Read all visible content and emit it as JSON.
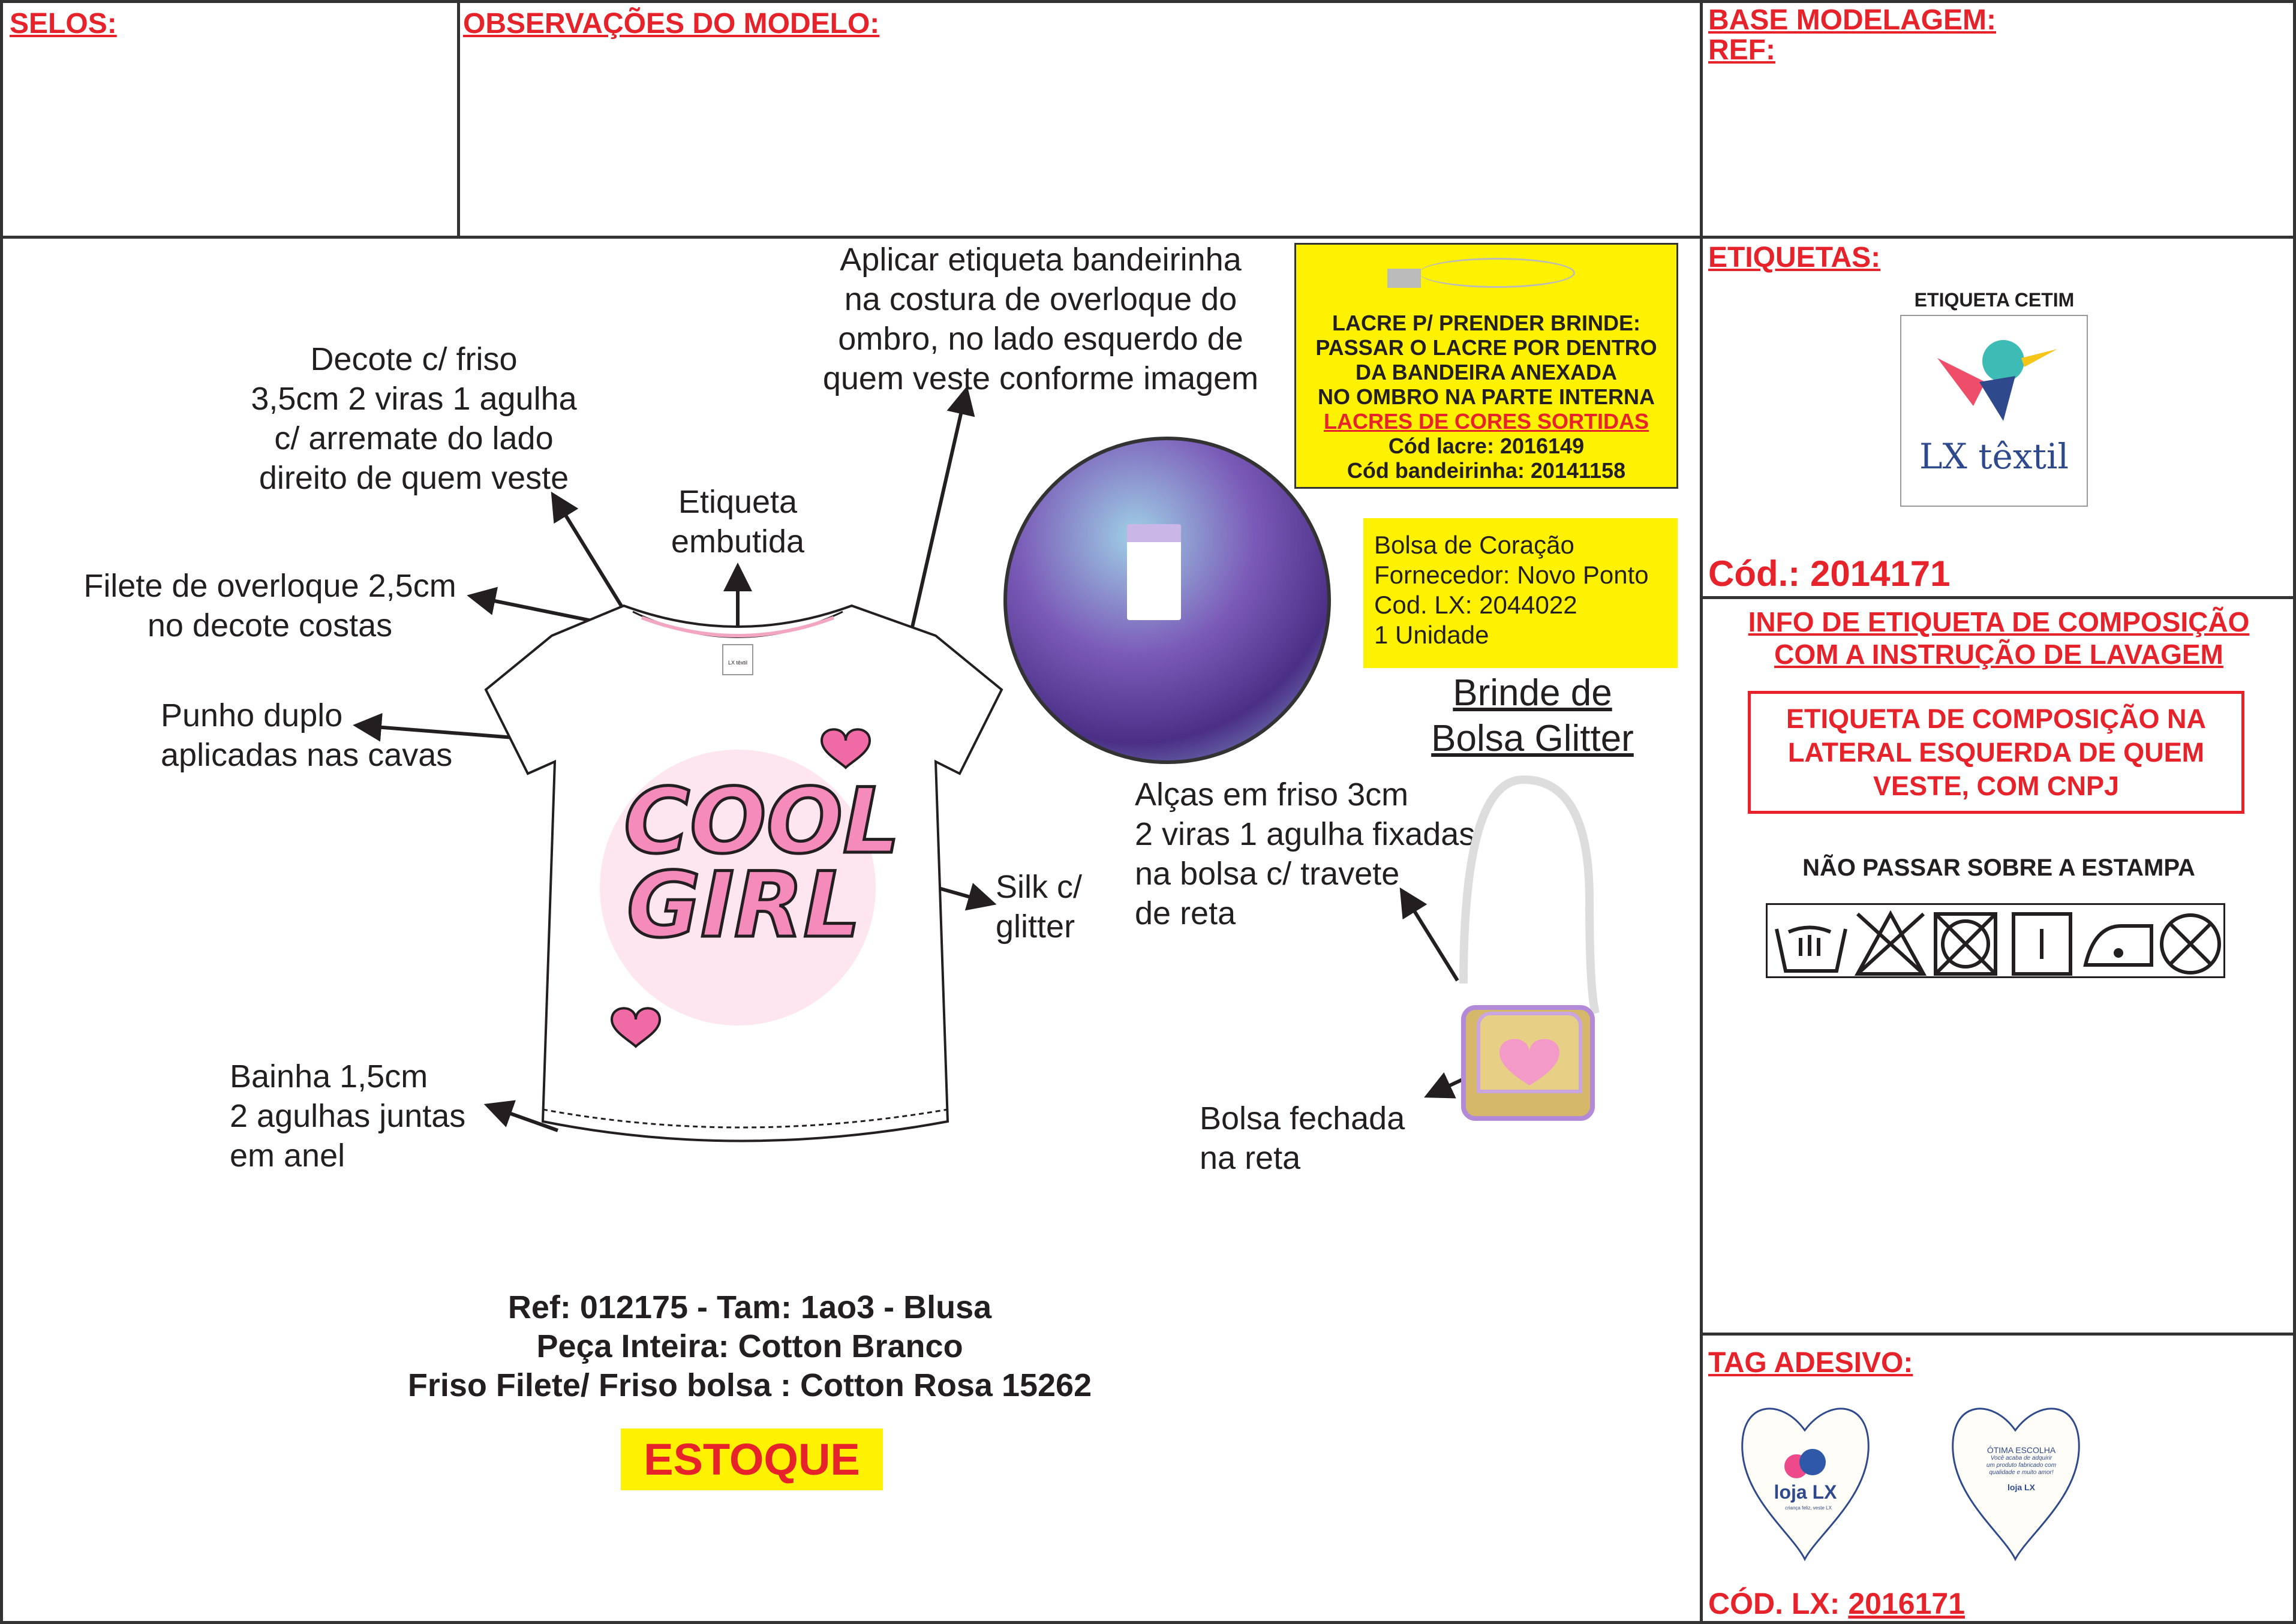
{
  "header": {
    "selos": "SELOS:",
    "observacoes": "OBSERVAÇÕES DO MODELO:",
    "base_modelagem": "BASE MODELAGEM:",
    "ref": "REF:"
  },
  "notes": {
    "aplicar": [
      "Aplicar etiqueta bandeirinha",
      "na costura de overloque do",
      "ombro, no lado esquerdo de",
      "quem veste conforme imagem"
    ],
    "decote": [
      "Decote c/ friso",
      "3,5cm 2 viras 1 agulha",
      "c/ arremate do lado",
      "direito de quem veste"
    ],
    "etiqueta_embutida": [
      "Etiqueta",
      "embutida"
    ],
    "filete": [
      "Filete de overloque 2,5cm",
      "no decote costas"
    ],
    "punho": [
      "Punho duplo",
      "aplicadas nas cavas"
    ],
    "silk": [
      "Silk c/",
      "glitter"
    ],
    "bainha": [
      "Bainha 1,5cm",
      "2 agulhas juntas",
      "em anel"
    ],
    "alcas": [
      "Alças em friso 3cm",
      "2 viras 1 agulha fixadas",
      "na bolsa c/ travete",
      "de reta"
    ],
    "bolsa_fechada": [
      "Bolsa fechada",
      "na reta"
    ],
    "brinde": [
      "Brinde de",
      "Bolsa Glitter"
    ]
  },
  "lacre_box": {
    "lines": [
      "LACRE P/ PRENDER BRINDE:",
      "PASSAR O LACRE POR DENTRO",
      "DA BANDEIRA ANEXADA",
      "NO OMBRO NA PARTE INTERNA"
    ],
    "highlight": "LACRES DE CORES SORTIDAS",
    "cod_lacre": "Cód lacre: 2016149",
    "cod_bandeirinha": "Cód bandeirinha: 20141158"
  },
  "bolsa_box": [
    "Bolsa de Coração",
    "Fornecedor: Novo Ponto",
    "Cod. LX: 2044022",
    "1 Unidade"
  ],
  "print": {
    "line1": "COOL",
    "line2": "GIRL"
  },
  "shirt_label": "LX têxtil",
  "footer": {
    "lines": [
      "Ref: 012175 - Tam: 1ao3 - Blusa",
      "Peça Inteira: Cotton Branco",
      "Friso Filete/ Friso bolsa : Cotton Rosa 15262"
    ],
    "badge": "ESTOQUE"
  },
  "right": {
    "etiquetas": "ETIQUETAS:",
    "etiqueta_cetim": "ETIQUETA CETIM",
    "logo_text": "LX têxtil",
    "cod": "Cód.: 2014171",
    "info": [
      "INFO DE ETIQUETA DE COMPOSIÇÃO",
      "COM A INSTRUÇÃO DE LAVAGEM"
    ],
    "composicao": [
      "ETIQUETA DE COMPOSIÇÃO NA",
      "LATERAL ESQUERDA DE QUEM",
      "VESTE, COM CNPJ"
    ],
    "nao_passar": "NÃO PASSAR SOBRE A ESTAMPA",
    "care_icons": [
      "hand-wash-icon",
      "no-bleach-icon",
      "no-tumble-dry-icon",
      "line-dry-icon",
      "iron-low-icon",
      "no-dry-clean-icon"
    ],
    "tag_adesivo": "TAG ADESIVO:",
    "tag_front": {
      "logo": "loja LX",
      "slogan": "criança feliz, veste LX"
    },
    "tag_back": {
      "title": "ÓTIMA ESCOLHA",
      "text": [
        "Você acaba de adquirir",
        "um produto fabricado com",
        "qualidade e muito amor!"
      ],
      "logo": "loja LX"
    },
    "cod_lx_label": "CÓD. LX:",
    "cod_lx_value": "2016171"
  },
  "colors": {
    "red": "#e6222b",
    "yellow": "#fff200",
    "text": "#231f20"
  }
}
